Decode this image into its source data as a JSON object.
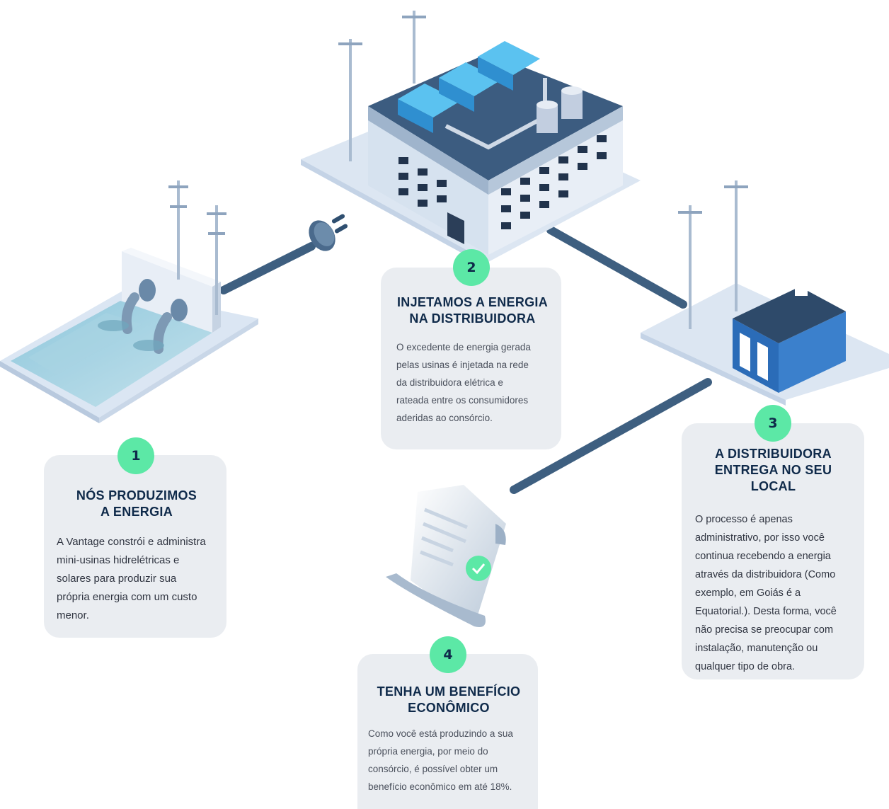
{
  "steps": [
    {
      "number": "1",
      "title": "NÓS PRODUZIMOS\nA ENERGIA",
      "text": "A Vantage constrói e administra\nmini-usinas hidrelétricas e\nsolares para produzir sua\nprópria energia com um custo\nmenor."
    },
    {
      "number": "2",
      "title": "INJETAMOS A ENERGIA\nNA DISTRIBUIDORA",
      "text": "O excedente de energia gerada\npelas usinas é injetada na rede\nda distribuidora elétrica e\nrateada entre os consumidores\naderidas ao consórcio."
    },
    {
      "number": "3",
      "title": "A DISTRIBUIDORA\nENTREGA NO SEU LOCAL",
      "text": "O processo é apenas\nadministrativo, por isso você\ncontinua recebendo a energia\natravés da distribuidora (Como\n exemplo, em Goiás é a\nEquatorial.). Desta forma, você\nnão precisa se preocupar com\ninstalação, manutenção ou\nqualquer tipo de obra."
    },
    {
      "number": "4",
      "title": "TENHA UM BENEFÍCIO\nECONÔMICO",
      "text": "Como você está produzindo a sua\nprópria energia, por meio do\nconsórcio, é possível obter um\nbenefício econômico em até 18%."
    }
  ],
  "illustrations": {
    "step1": "hydro-plant-icon",
    "step2": "distributor-building-icon",
    "step3": "substation-house-icon",
    "step4": "document-check-icon",
    "connector": "power-plug-icon"
  },
  "colors": {
    "card_bg": "#eaedf1",
    "badge": "#5ce8a6",
    "title": "#0f2a4a",
    "connector_line": "#3e5f80"
  }
}
